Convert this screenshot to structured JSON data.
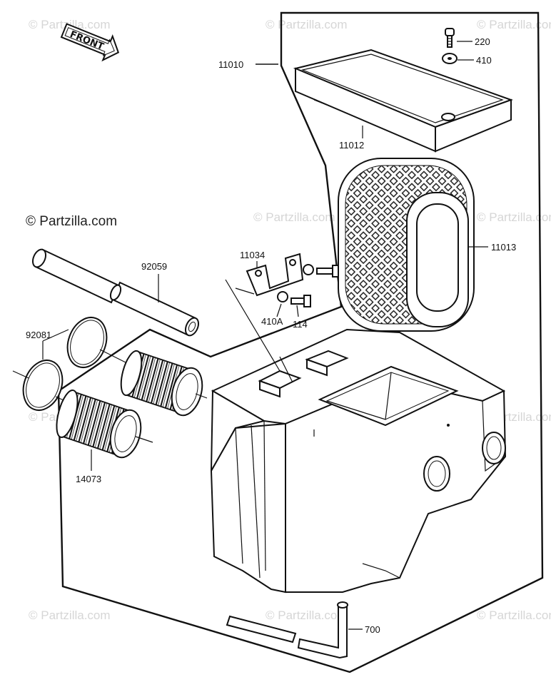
{
  "orientation": {
    "front_label": "FRONT"
  },
  "watermark": {
    "main_text": "© Partzilla.com",
    "faint_text": "© Partzilla.com"
  },
  "callouts": {
    "p220": "220",
    "p410": "410",
    "p11010": "11010",
    "p11012": "11012",
    "p11013": "11013",
    "p11034": "11034",
    "p92059": "92059",
    "p410A": "410A",
    "p114": "114",
    "p92081": "92081",
    "p14073": "14073",
    "p700": "700"
  }
}
